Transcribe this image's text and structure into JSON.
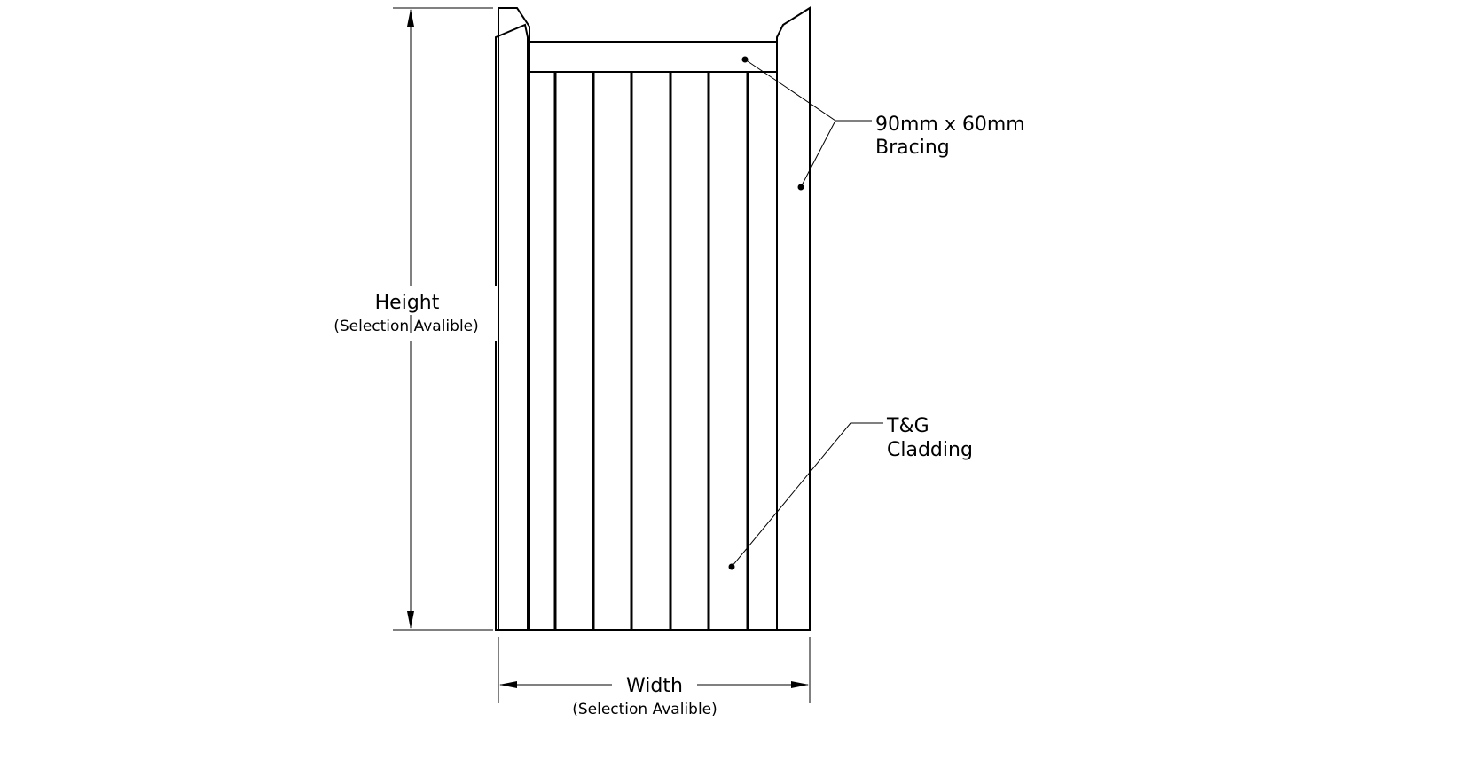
{
  "labels": {
    "height": "Height",
    "height_note": "(Selection Avalible)",
    "width": "Width",
    "width_note": "(Selection Avalible)",
    "bracing_line1": "90mm x 60mm",
    "bracing_line2": "Bracing",
    "cladding_line1": "T&G",
    "cladding_line2": "Cladding"
  },
  "colors": {
    "line": "#000000",
    "background": "#ffffff"
  }
}
